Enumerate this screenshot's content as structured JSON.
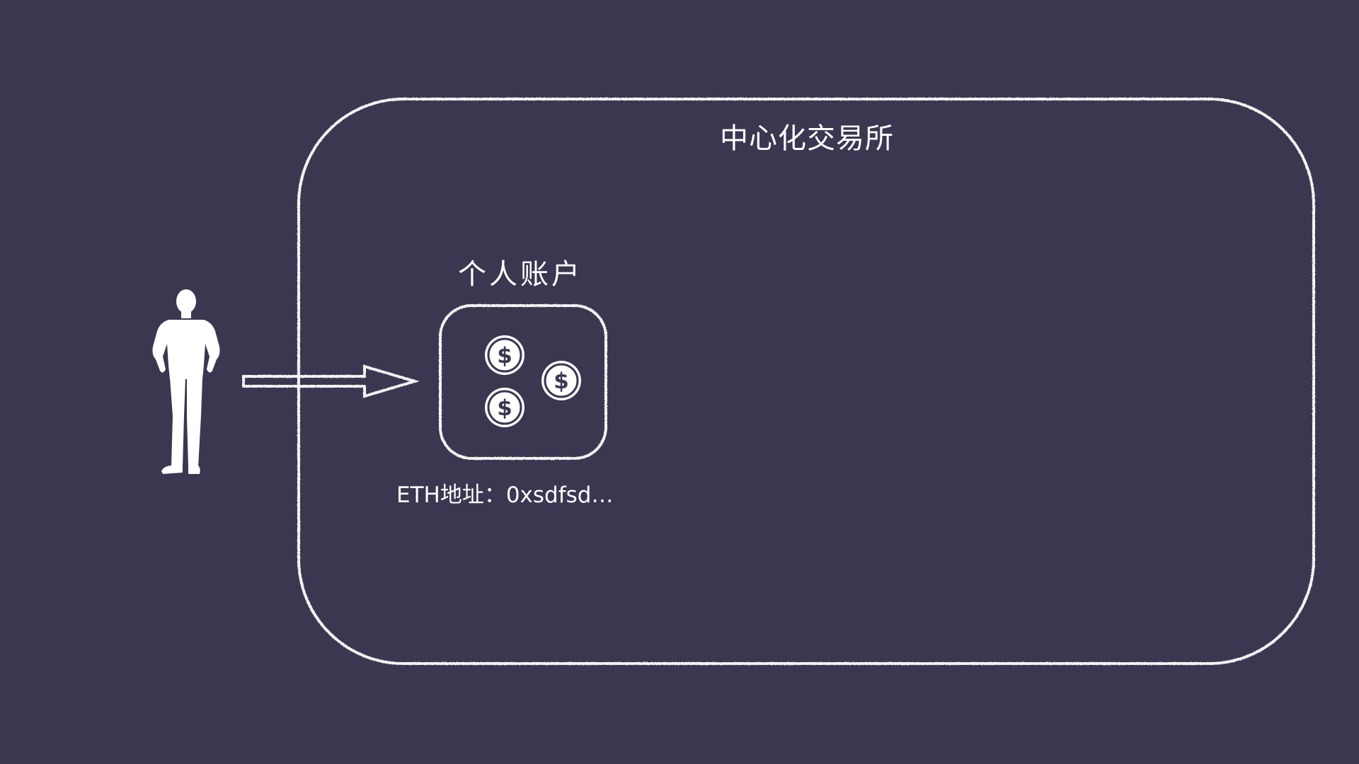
{
  "diagram": {
    "exchange_label": "中心化交易所",
    "account_label": "个人账户",
    "eth_address_label": "ETH地址：0xsdfsd…",
    "icons": {
      "user": "person-icon",
      "flow": "arrow-right-icon",
      "coin": "dollar-coin-icon"
    },
    "colors": {
      "background": "#3b3751",
      "chalk": "#f4f4f4"
    }
  }
}
